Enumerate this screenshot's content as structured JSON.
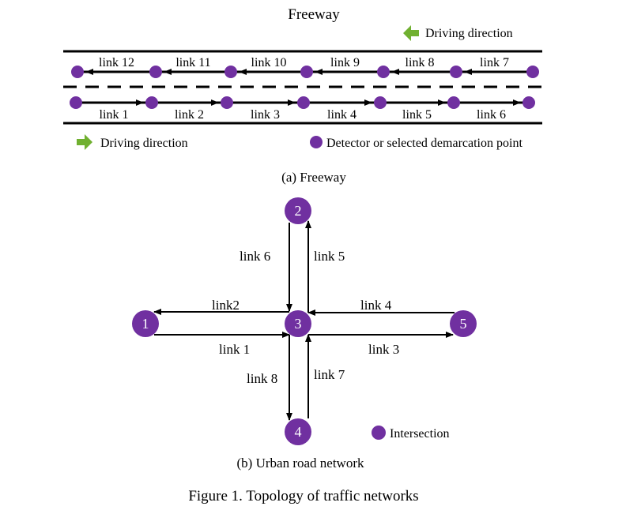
{
  "freeway": {
    "title": "Freeway",
    "legend_top": "Driving direction",
    "legend_bottom": "Driving direction",
    "legend_detector": "Detector or selected demarcation point",
    "caption": "(a) Freeway",
    "upper_links": [
      "link 12",
      "link 11",
      "link 10",
      "link 9",
      "link 8",
      "link 7"
    ],
    "lower_links": [
      "link 1",
      "link 2",
      "link 3",
      "link 4",
      "link 5",
      "link 6"
    ]
  },
  "urban": {
    "caption": "(b) Urban road network",
    "legend_intersection": "Intersection",
    "nodes": [
      "1",
      "2",
      "3",
      "4",
      "5"
    ],
    "links": {
      "link1": "link 1",
      "link2": "link2",
      "link3": "link 3",
      "link4": "link 4",
      "link5": "link 5",
      "link6": "link 6",
      "link7": "link 7",
      "link8": "link 8"
    }
  },
  "figure_caption": "Figure 1. Topology of traffic networks",
  "colors": {
    "node": "#7030a0",
    "arrow_green": "#70b030",
    "line": "#000000"
  }
}
